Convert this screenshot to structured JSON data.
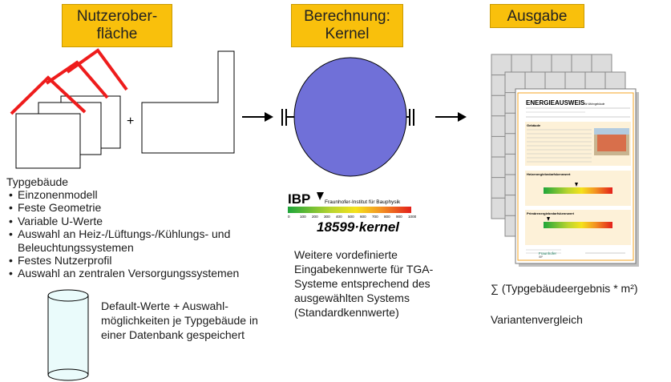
{
  "titles": {
    "ui_line1": "Nutzerober-",
    "ui_line2": "fläche",
    "calc_line1": "Berechnung:",
    "calc_line2": "Kernel",
    "output": "Ausgabe"
  },
  "plus": "+",
  "typgebaeude": {
    "title": "Typgebäude",
    "bullets": [
      "Einzonenmodell",
      "Feste Geometrie",
      "Variable U-Werte",
      "Auswahl an Heiz-/Lüftungs-/Kühlungs-  und Beleuchtungssystemen",
      "Festes Nutzerprofil",
      "Auswahl an zentralen Versorgungssystemen"
    ]
  },
  "database_text": "Default-Werte + Auswahl-möglichkeiten  je Typgebäude in einer Datenbank gespeichert",
  "ibp": {
    "logo": "IBP",
    "institute": "Fraunhofer-Institut für Bauphysik",
    "scale_labels": [
      "0",
      "100",
      "200",
      "300",
      "400",
      "500",
      "600",
      "700",
      "800",
      "900",
      "1000"
    ],
    "kernel_text": "18599·kernel"
  },
  "calc_text": "Weitere vordefinierte Eingabekennwerte  für TGA-Systeme entsprechend des ausgewählten  Systems (Standardkennwerte)",
  "energy_doc": {
    "title": "ENERGIEAUSWEIS",
    "subtitle": "für Wohngebäude",
    "section1": "Gebäude",
    "section2": "Heizenergiebedarfskennwert",
    "section3": "Primärenergiebedarfskennwert",
    "footer": "Fraunhofer",
    "footer_sub": "IBP"
  },
  "output_text": {
    "sum": "∑ (Typgebäudeergebnis  * m²)",
    "variants": "Variantenvergleich"
  },
  "colors": {
    "title_box": "#f9c00c",
    "kernel_circle": "#7070d8",
    "roof": "#ee1c1c"
  }
}
